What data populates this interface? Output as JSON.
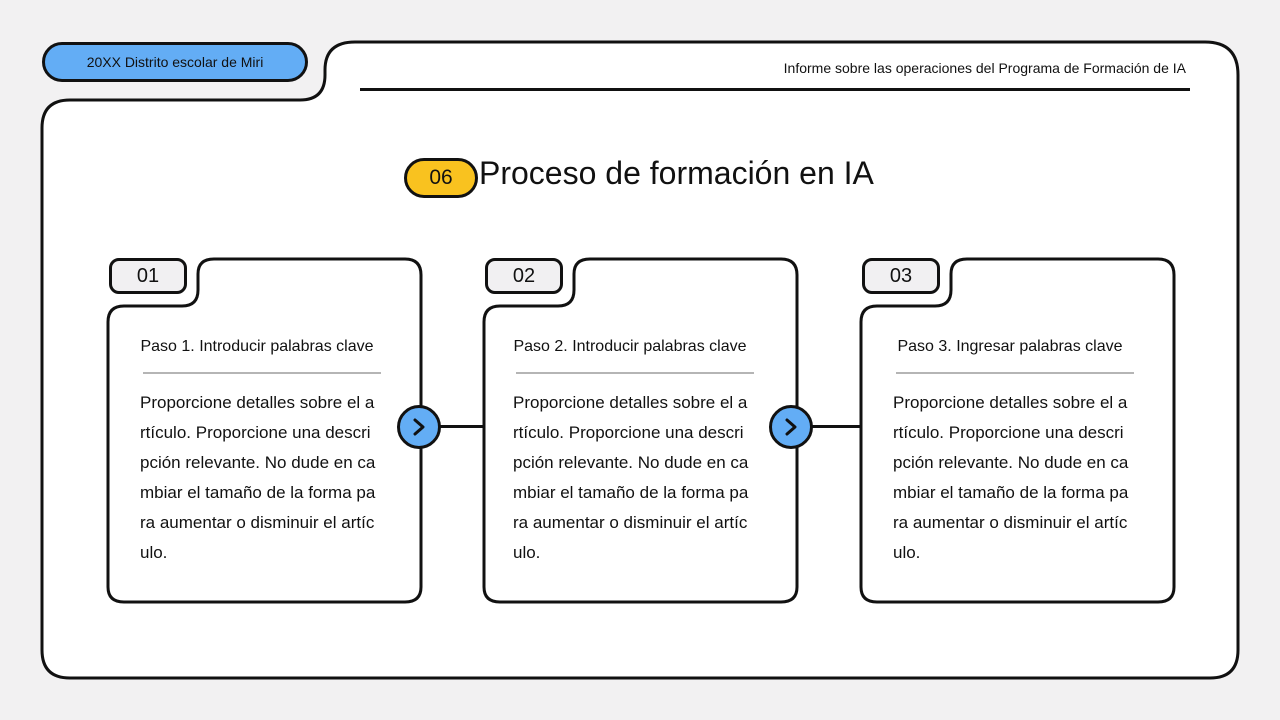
{
  "header": {
    "district_label": "20XX Distrito escolar de Miri",
    "report_title": "Informe sobre las operaciones del Programa de Formación de IA"
  },
  "section": {
    "number": "06",
    "title": "Proceso de formación en IA"
  },
  "steps": [
    {
      "number": "01",
      "heading": "Paso 1. Introducir palabras clave",
      "body": "Proporcione detalles sobre el a\nrtículo. Proporcione una descri\npción relevante. No dude en ca\nmbiar el tamaño de la forma pa\nra aumentar o disminuir el artíc\nulo."
    },
    {
      "number": "02",
      "heading": "Paso 2. Introducir palabras clave",
      "body": "Proporcione detalles sobre el a\nrtículo. Proporcione una descri\npción relevante. No dude en ca\nmbiar el tamaño de la forma pa\nra aumentar o disminuir el artíc\nulo."
    },
    {
      "number": "03",
      "heading": "Paso 3. Ingresar palabras clave",
      "body": "Proporcione detalles sobre el a\nrtículo. Proporcione una descri\npción relevante. No dude en ca\nmbiar el tamaño de la forma pa\nra aumentar o disminuir el artíc\nulo."
    }
  ],
  "icons": {
    "arrow": "chevron-right-icon"
  },
  "colors": {
    "background": "#f2f1f2",
    "accent_blue": "#63adf5",
    "accent_yellow": "#f9c21f",
    "outline": "#111111",
    "divider": "#b5b5b5"
  }
}
